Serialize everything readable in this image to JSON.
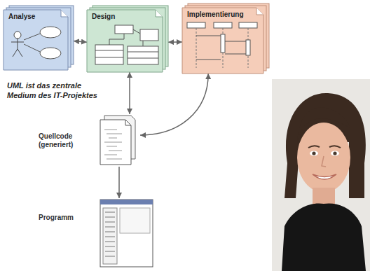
{
  "diagram": {
    "nodes": [
      {
        "text": [
          "Analyse"
        ]
      },
      {
        "text": [
          "Design"
        ]
      },
      {
        "text": [
          "Implementierung"
        ]
      },
      {
        "text": [
          "Quellcode (generiert)"
        ]
      },
      {
        "text": [
          "Programm"
        ]
      }
    ],
    "edges": [
      {
        "from": 0,
        "to": 1,
        "arrow": "both"
      },
      {
        "from": 1,
        "to": 2,
        "arrow": "both"
      },
      {
        "from": 1,
        "to": 3,
        "arrow": "both"
      },
      {
        "from": 2,
        "to": 3,
        "arrow": "both"
      },
      {
        "from": 3,
        "to": 4,
        "arrow": "to"
      }
    ],
    "labels": [
      "UML ist das zentrale Medium des IT-Projektes"
    ]
  }
}
